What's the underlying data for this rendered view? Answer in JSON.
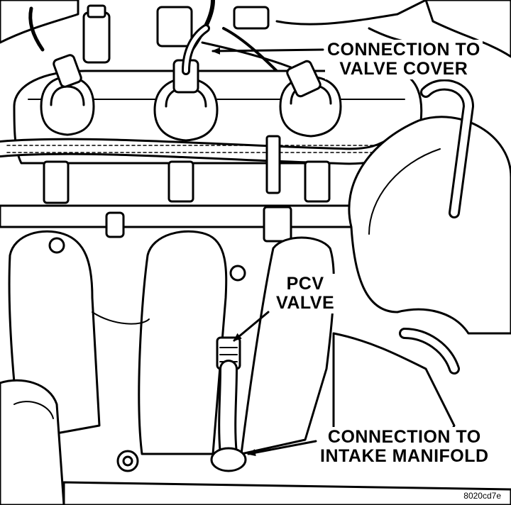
{
  "callouts": {
    "valve_cover": {
      "line1": "CONNECTION TO",
      "line2": "VALVE COVER"
    },
    "pcv_valve": {
      "line1": "PCV",
      "line2": "VALVE"
    },
    "intake_manifold": {
      "line1": "CONNECTION TO",
      "line2": "INTAKE MANIFOLD"
    }
  },
  "figure_id": "8020cd7e",
  "colors": {
    "ink": "#000000",
    "paper": "#ffffff",
    "shade": "#d9d9d9"
  }
}
